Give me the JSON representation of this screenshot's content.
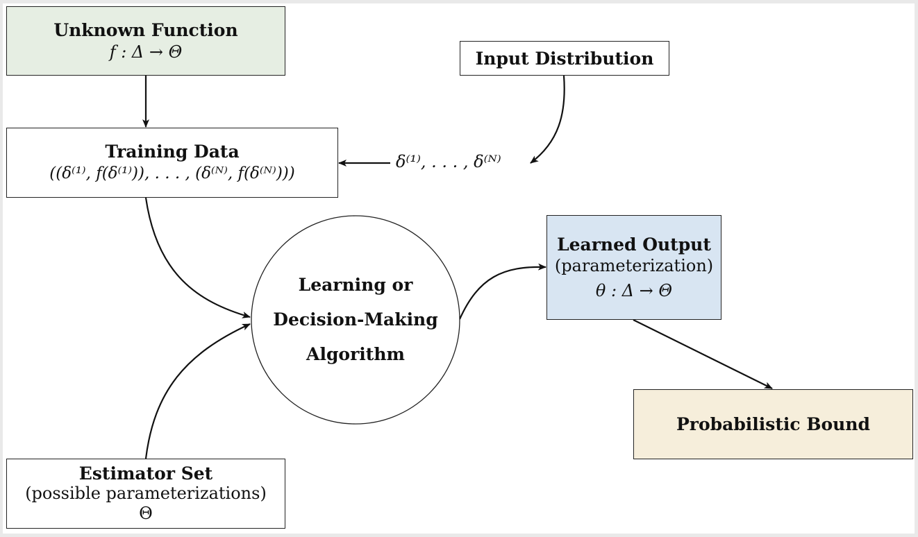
{
  "nodes": {
    "unknown_function": {
      "title": "Unknown Function",
      "formula": "f : Δ → Θ",
      "fill": "#e6eee3"
    },
    "input_distribution": {
      "title": "Input Distribution"
    },
    "training_data": {
      "title": "Training Data",
      "formula": "((δ⁽¹⁾, f(δ⁽¹⁾)), . . . , (δ⁽ᴺ⁾, f(δ⁽ᴺ⁾)))"
    },
    "samples": {
      "formula": "δ⁽¹⁾, . . . , δ⁽ᴺ⁾"
    },
    "algorithm": {
      "line1": "Learning or",
      "line2": "Decision-Making",
      "line3": "Algorithm"
    },
    "learned_output": {
      "title": "Learned Output",
      "subtitle": "(parameterization)",
      "formula": "θ : Δ → Θ",
      "fill": "#d8e5f2"
    },
    "probabilistic_bound": {
      "title": "Probabilistic Bound",
      "fill": "#f6eedb"
    },
    "estimator_set": {
      "title": "Estimator Set",
      "subtitle": "(possible parameterizations)",
      "formula": "Θ"
    }
  }
}
